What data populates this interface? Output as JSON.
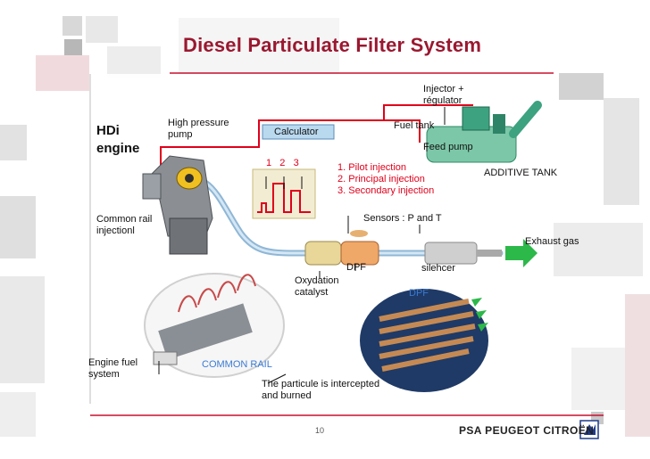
{
  "slide": {
    "title": "Diesel Particulate Filter System",
    "page_number": "10",
    "brand": "PSA PEUGEOT CITROËN"
  },
  "labels": {
    "hdi_line1": "HDi",
    "hdi_line2": "engine",
    "high_pressure_pump_1": "High pressure",
    "high_pressure_pump_2": "pump",
    "calculator": "Calculator",
    "injection_numbers": "1   2   3",
    "injection_1": "1. Pilot injection",
    "injection_2": "2. Principal injection",
    "injection_3": "3. Secondary injection",
    "injector_regulator_1": "Injector +",
    "injector_regulator_2": "régulator",
    "fuel_tank": "Fuel tank",
    "feed_pump": "Feed pump",
    "additive_tank": "ADDITIVE TANK",
    "common_rail_injection_1": "Common rail",
    "common_rail_injection_2": "injectionl",
    "sensors": "Sensors : P and T",
    "exhaust_gas": "Exhaust gas",
    "dpf": "DPF",
    "silencer": "silehcer",
    "oxydation_catalyst_1": "Oxydation",
    "oxydation_catalyst_2": "catalyst",
    "dpf_inset": "DPF",
    "engine_fuel_system_1": "Engine fuel",
    "engine_fuel_system_2": "system",
    "common_rail": "COMMON RAIL",
    "particule_1": "The particule is intercepted",
    "particule_2": "and burned"
  },
  "colors": {
    "title": "#9a1830",
    "red_text": "#e0001b",
    "blue_text": "#3a7bd5",
    "accent_green": "#2db84a",
    "pipe": "#8fb7d6"
  }
}
